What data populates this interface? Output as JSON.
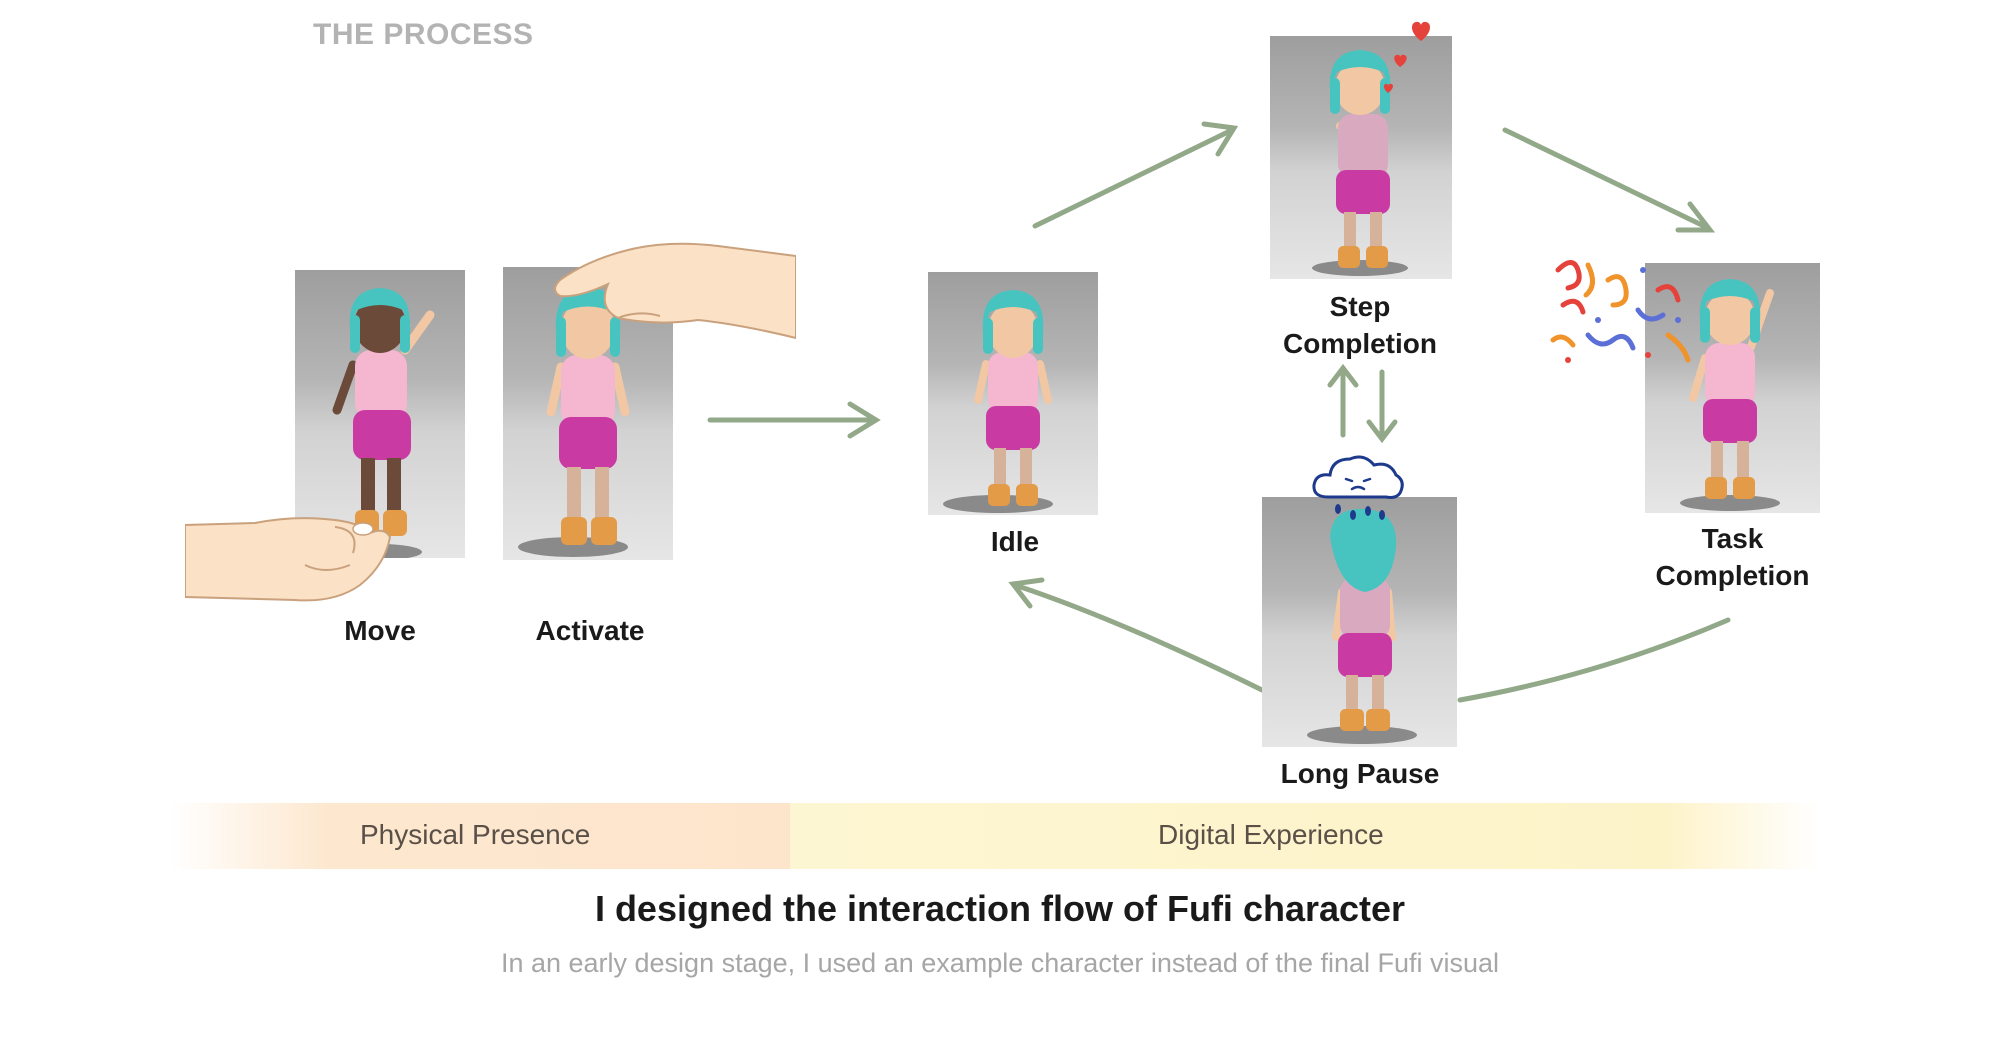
{
  "section_title": "THE PROCESS",
  "states": {
    "move": "Move",
    "activate": "Activate",
    "idle": "Idle",
    "step_completion": "Step\nCompletion",
    "task_completion": "Task\nCompletion",
    "long_pause": "Long Pause"
  },
  "phases": {
    "physical": "Physical Presence",
    "digital": "Digital Experience"
  },
  "caption": {
    "headline": "I designed the interaction flow of Fufi character",
    "subline": "In an early design stage, I used an example character instead of the final Fufi visual"
  },
  "colors": {
    "arrow": "#7f9a74",
    "physical_band": "#fde5cc",
    "digital_band": "#fdf3c9",
    "heart": "#e5423c",
    "cloud": "#1e3a8c"
  }
}
